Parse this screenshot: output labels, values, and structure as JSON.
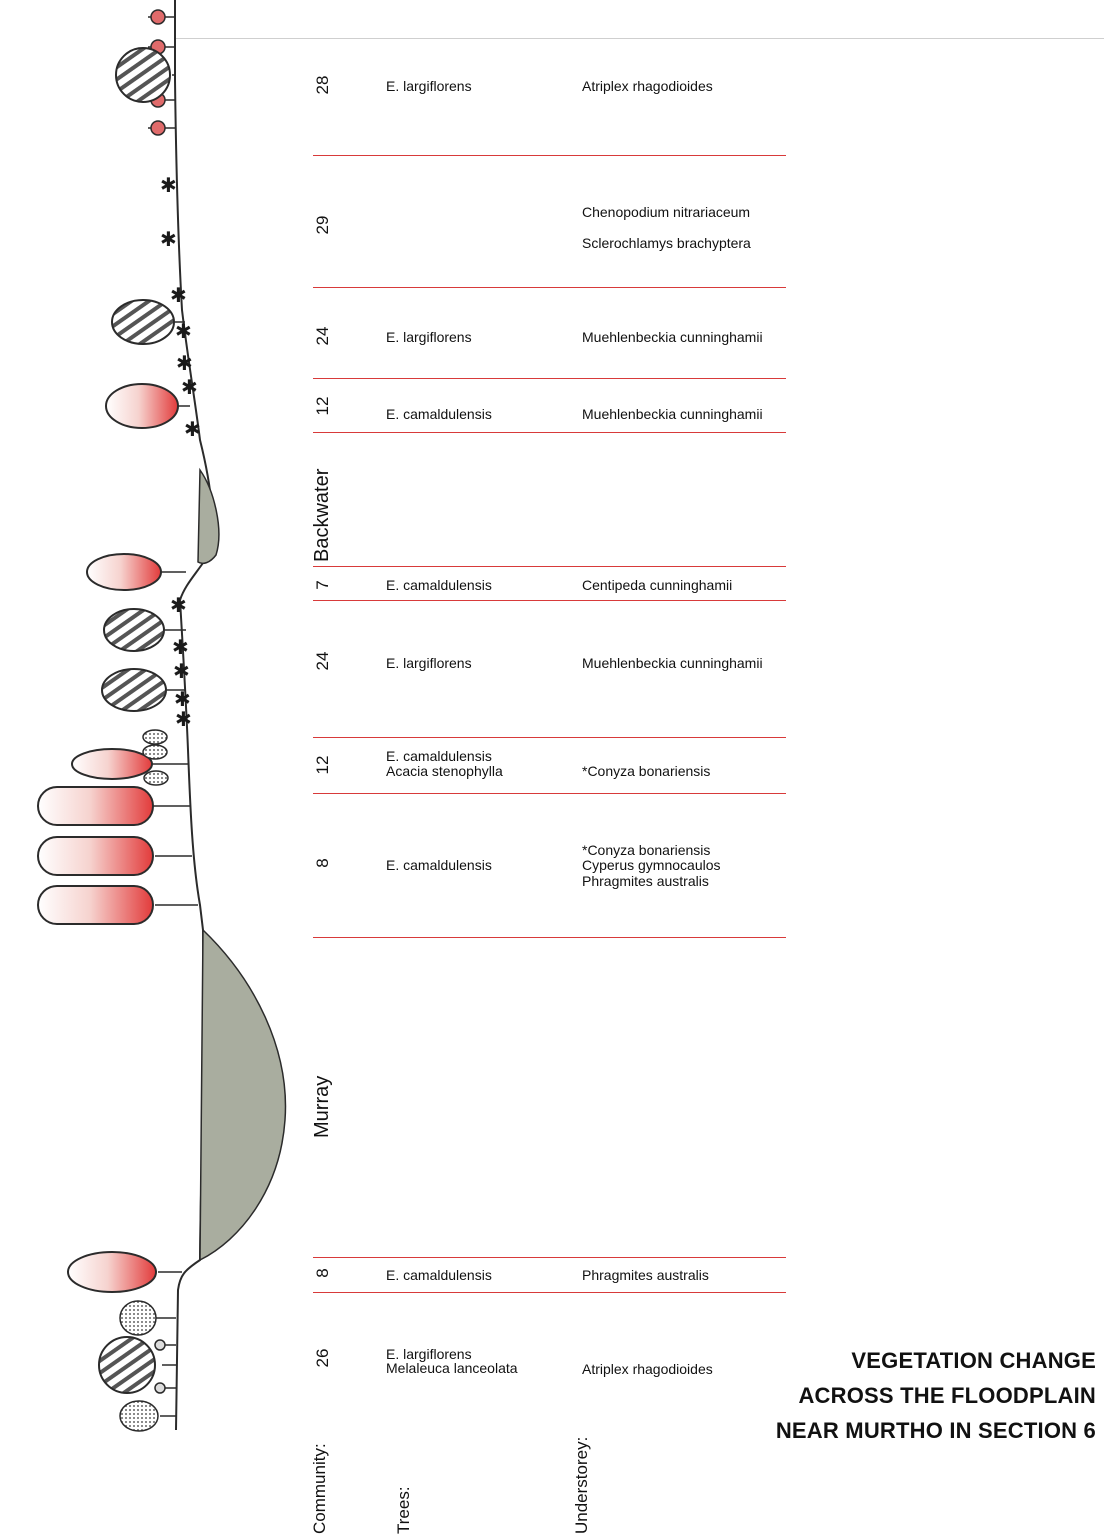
{
  "title_lines": [
    "VEGETATION CHANGE",
    "ACROSS THE FLOODPLAIN",
    "NEAR MURTHO IN SECTION 6"
  ],
  "headers": {
    "community": "Community:",
    "trees": "Trees:",
    "understorey": "Understorey:"
  },
  "features": {
    "backwater": "Backwater",
    "murray": "Murray"
  },
  "rows": [
    {
      "community": "28",
      "trees": "E. largiflorens",
      "understorey": "Atriplex rhagodioides"
    },
    {
      "community": "29",
      "trees": "",
      "understorey_lines": [
        "Chenopodium nitrariaceum",
        "Sclerochlamys brachyptera"
      ]
    },
    {
      "community": "24",
      "trees": "E. largiflorens",
      "understorey": "Muehlenbeckia cunninghamii"
    },
    {
      "community": "12",
      "trees": "E. camaldulensis",
      "understorey": "Muehlenbeckia cunninghamii"
    },
    {
      "community": "7",
      "trees": "E. camaldulensis",
      "understorey": "Centipeda cunninghamii"
    },
    {
      "community": "24",
      "trees": "E. largiflorens",
      "understorey": "Muehlenbeckia cunninghamii"
    },
    {
      "community": "12",
      "trees_lines": [
        "E. camaldulensis",
        "Acacia stenophylla"
      ],
      "understorey": "*Conyza bonariensis"
    },
    {
      "community": "8",
      "trees": "E. camaldulensis",
      "understorey_lines": [
        "*Conyza bonariensis",
        "Cyperus gymnocaulos",
        "Phragmites australis"
      ]
    },
    {
      "community": "8",
      "trees": "E. camaldulensis",
      "understorey": "Phragmites australis"
    },
    {
      "community": "26",
      "trees_lines": [
        "E. largiflorens",
        "Melaleuca lanceolata"
      ],
      "understorey": "Atriplex rhagodioides"
    }
  ],
  "colors": {
    "separator": "#d83a3a",
    "water": "#a9ad9f",
    "tree_fill": "#e23b3b",
    "outline": "#2b2b2b"
  }
}
